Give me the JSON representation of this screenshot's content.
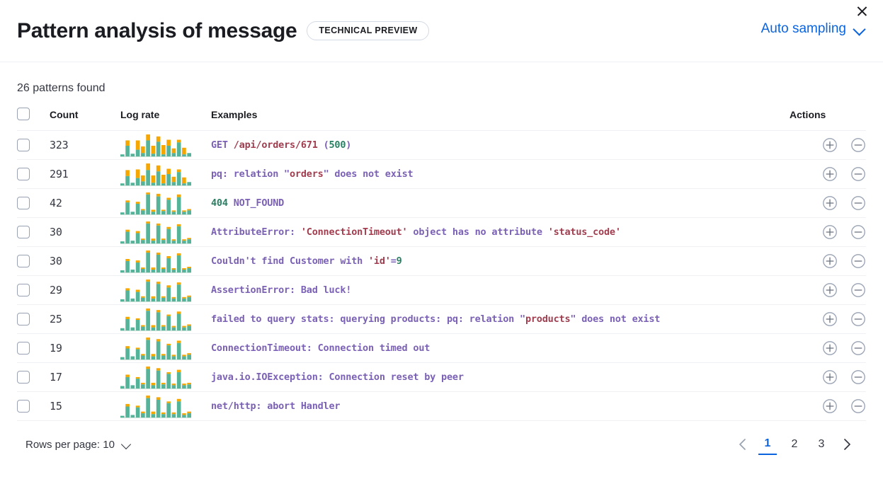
{
  "header": {
    "title": "Pattern analysis of message",
    "badge": "TECHNICAL PREVIEW",
    "sampling_label": "Auto sampling",
    "chevron_icon": "chevron-down-icon",
    "close_icon": "close-icon"
  },
  "summary": {
    "patterns_found": "26 patterns found"
  },
  "colors": {
    "accent_link": "#0b64dd",
    "bar_primary": "#54b399",
    "bar_secondary": "#f5a700",
    "text_default": "#343741",
    "token_base": "#7b61b5",
    "token_variable": "#a13d4f",
    "token_number": "#2a7f62",
    "border": "#eef0f3"
  },
  "table": {
    "columns": {
      "select_all": "",
      "count": "Count",
      "log_rate": "Log rate",
      "examples": "Examples",
      "actions": "Actions"
    },
    "rows": [
      {
        "count": "323",
        "example_parts": [
          {
            "t": "GET ",
            "k": "base"
          },
          {
            "t": "/api/orders/671",
            "k": "var"
          },
          {
            "t": " (",
            "k": "base"
          },
          {
            "t": "500",
            "k": "num"
          },
          {
            "t": ")",
            "k": "base"
          }
        ],
        "spark": {
          "teal": [
            3,
            16,
            4,
            10,
            5,
            24,
            4,
            22,
            3,
            16,
            5,
            21,
            3,
            5
          ],
          "orange": [
            0,
            8,
            0,
            14,
            10,
            9,
            12,
            8,
            14,
            9,
            7,
            4,
            10,
            0
          ]
        }
      },
      {
        "count": "291",
        "example_parts": [
          {
            "t": "pq: relation \"",
            "k": "base"
          },
          {
            "t": "orders",
            "k": "var"
          },
          {
            "t": "\" does not exist",
            "k": "base"
          }
        ],
        "spark": {
          "teal": [
            3,
            14,
            4,
            11,
            6,
            23,
            4,
            21,
            3,
            17,
            5,
            20,
            3,
            5
          ],
          "orange": [
            0,
            9,
            0,
            13,
            9,
            10,
            11,
            9,
            13,
            8,
            8,
            4,
            9,
            0
          ]
        }
      },
      {
        "count": "42",
        "example_parts": [
          {
            "t": "404",
            "k": "num"
          },
          {
            "t": " NOT_FOUND",
            "k": "base"
          }
        ],
        "spark": {
          "teal": [
            3,
            18,
            4,
            16,
            6,
            30,
            4,
            27,
            5,
            22,
            4,
            26,
            4,
            6
          ],
          "orange": [
            0,
            3,
            0,
            3,
            2,
            3,
            3,
            4,
            2,
            3,
            2,
            4,
            2,
            2
          ]
        }
      },
      {
        "count": "30",
        "example_parts": [
          {
            "t": "AttributeError: ",
            "k": "base"
          },
          {
            "t": "'ConnectionTimeout'",
            "k": "var"
          },
          {
            "t": " object has no attribute ",
            "k": "base"
          },
          {
            "t": "'status_code'",
            "k": "var"
          }
        ],
        "spark": {
          "teal": [
            3,
            17,
            4,
            15,
            5,
            29,
            4,
            26,
            5,
            21,
            4,
            25,
            4,
            6
          ],
          "orange": [
            0,
            3,
            0,
            3,
            2,
            3,
            3,
            3,
            2,
            3,
            2,
            3,
            2,
            2
          ]
        }
      },
      {
        "count": "30",
        "example_parts": [
          {
            "t": "Couldn't find Customer with ",
            "k": "base"
          },
          {
            "t": "'id'",
            "k": "var"
          },
          {
            "t": "=",
            "k": "base"
          },
          {
            "t": "9",
            "k": "num"
          }
        ],
        "spark": {
          "teal": [
            3,
            16,
            4,
            14,
            5,
            28,
            4,
            25,
            5,
            20,
            4,
            24,
            4,
            6
          ],
          "orange": [
            0,
            3,
            0,
            3,
            2,
            3,
            3,
            3,
            2,
            3,
            2,
            3,
            2,
            2
          ]
        }
      },
      {
        "count": "29",
        "example_parts": [
          {
            "t": "AssertionError: Bad luck!",
            "k": "base"
          }
        ],
        "spark": {
          "teal": [
            3,
            15,
            4,
            13,
            5,
            27,
            4,
            24,
            5,
            19,
            4,
            23,
            4,
            6
          ],
          "orange": [
            0,
            3,
            0,
            3,
            2,
            3,
            3,
            3,
            2,
            3,
            2,
            3,
            2,
            2
          ]
        }
      },
      {
        "count": "25",
        "example_parts": [
          {
            "t": "failed to query stats: querying products: pq: relation \"",
            "k": "base"
          },
          {
            "t": "products",
            "k": "var"
          },
          {
            "t": "\" does not exist",
            "k": "base"
          }
        ],
        "spark": {
          "teal": [
            3,
            15,
            4,
            14,
            5,
            26,
            4,
            24,
            5,
            19,
            4,
            22,
            4,
            6
          ],
          "orange": [
            0,
            3,
            0,
            2,
            2,
            3,
            3,
            3,
            2,
            2,
            2,
            3,
            2,
            2
          ]
        }
      },
      {
        "count": "19",
        "example_parts": [
          {
            "t": "ConnectionTimeout: Connection timed out",
            "k": "base"
          }
        ],
        "spark": {
          "teal": [
            3,
            14,
            4,
            13,
            5,
            25,
            4,
            23,
            5,
            18,
            4,
            21,
            4,
            6
          ],
          "orange": [
            0,
            3,
            0,
            2,
            2,
            3,
            3,
            3,
            2,
            2,
            2,
            3,
            2,
            2
          ]
        }
      },
      {
        "count": "17",
        "example_parts": [
          {
            "t": "java.io.IOException: Connection reset by peer",
            "k": "base"
          }
        ],
        "spark": {
          "teal": [
            3,
            14,
            4,
            12,
            5,
            24,
            4,
            22,
            5,
            18,
            4,
            20,
            4,
            5
          ],
          "orange": [
            0,
            3,
            0,
            2,
            2,
            3,
            3,
            3,
            2,
            2,
            2,
            3,
            2,
            2
          ]
        }
      },
      {
        "count": "15",
        "example_parts": [
          {
            "t": "net/http: abort Handler",
            "k": "base"
          }
        ],
        "spark": {
          "teal": [
            2,
            13,
            3,
            12,
            5,
            23,
            4,
            21,
            4,
            17,
            4,
            19,
            3,
            5
          ],
          "orange": [
            0,
            3,
            0,
            2,
            2,
            3,
            3,
            3,
            2,
            2,
            2,
            3,
            2,
            2
          ]
        }
      }
    ],
    "row_actions": {
      "add_icon": "plus-circle-icon",
      "remove_icon": "minus-circle-icon"
    }
  },
  "footer": {
    "rows_per_page": "Rows per page: 10",
    "prev_icon": "chevron-left-icon",
    "next_icon": "chevron-right-icon",
    "pages": [
      "1",
      "2",
      "3"
    ],
    "active_page": "1"
  }
}
